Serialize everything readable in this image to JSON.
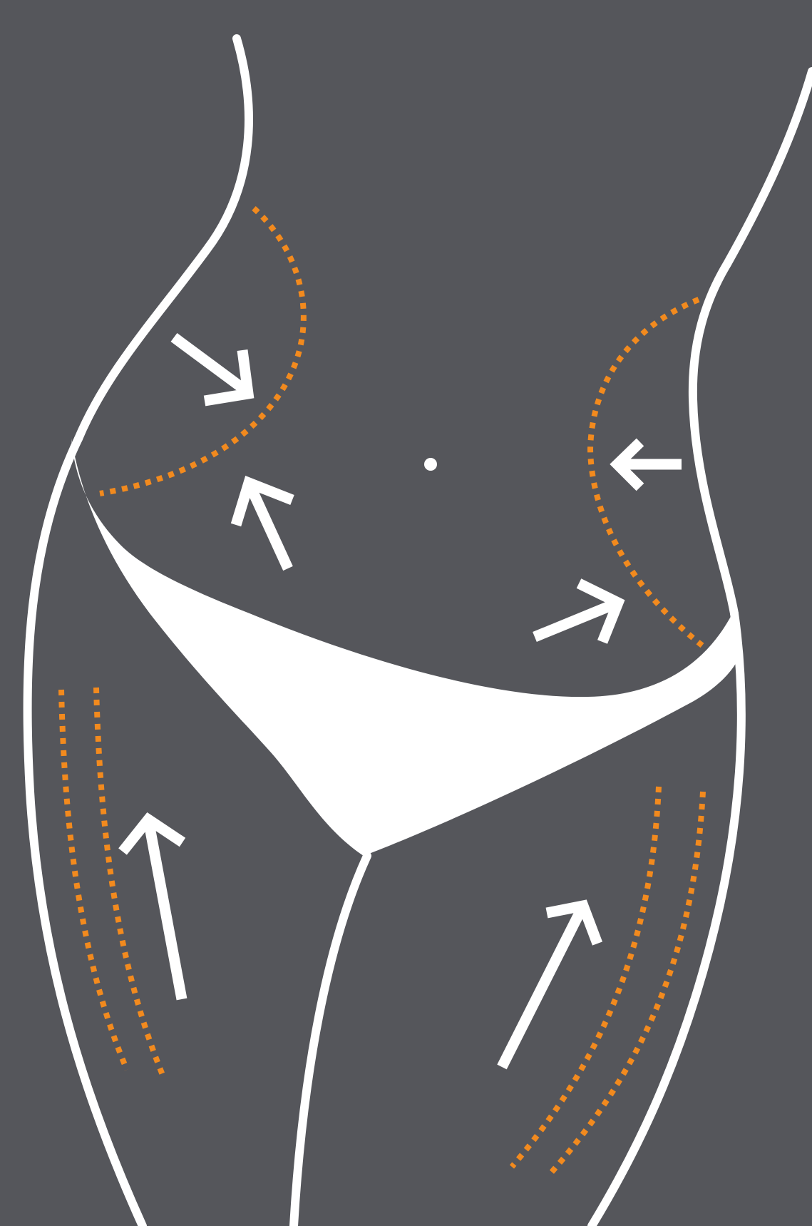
{
  "illustration": {
    "subject": "body-contour-outline",
    "colors": {
      "background": "#55565b",
      "outline": "#ffffff",
      "guide_dots": "#f28a1e",
      "arrows": "#ffffff"
    },
    "icons": [
      "body-outline",
      "underwear-shape",
      "navel-dot",
      "dotted-contour-guide",
      "arrow-icon"
    ]
  }
}
